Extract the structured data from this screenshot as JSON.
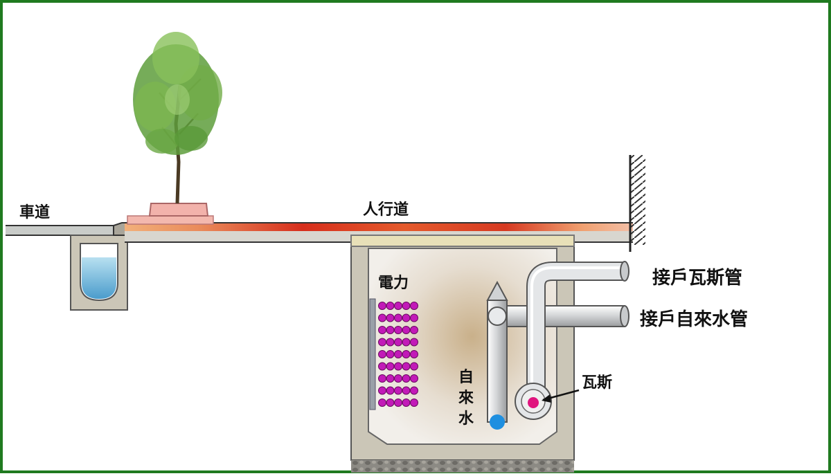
{
  "labels": {
    "roadway": "車道",
    "sidewalk": "人行道",
    "power": "電力",
    "water_vertical": [
      "自",
      "來",
      "水"
    ],
    "gas": "瓦斯",
    "house_gas_pipe": "接戶瓦斯管",
    "house_water_pipe": "接戶自來水管"
  },
  "colors": {
    "frame": "#1f7a1f",
    "cable": "#c21ab8",
    "water_dot": "#1e8fe0",
    "gas_dot": "#e0157f",
    "sidewalk_hot": "#d62e1c",
    "concrete": "#cbc6b7",
    "gutter_water": "#6fb6d8"
  },
  "icons": {
    "tree": "tree-icon"
  }
}
